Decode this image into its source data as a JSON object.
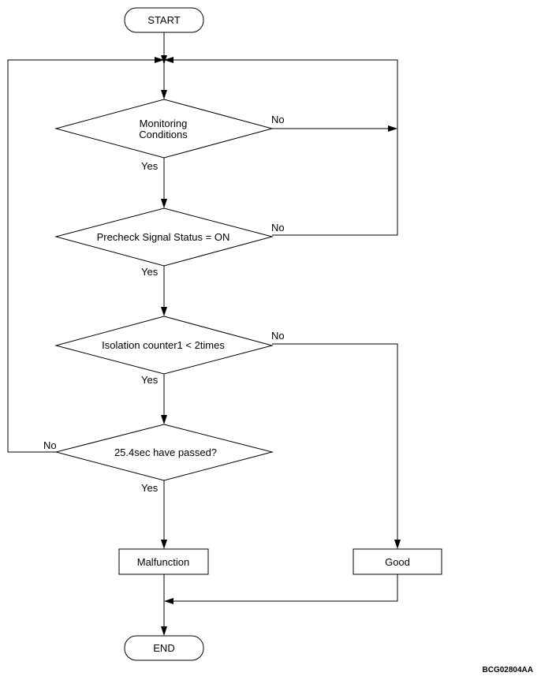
{
  "nodes": {
    "start": "START",
    "monitoring": [
      "Monitoring",
      "Conditions"
    ],
    "precheck": "Precheck Signal Status = ON",
    "isolation": "Isolation counter1 < 2times",
    "passed": "25.4sec have passed?",
    "malfunction": "Malfunction",
    "good": "Good",
    "end": "END"
  },
  "edges": {
    "monitoring_yes": "Yes",
    "monitoring_no": "No",
    "precheck_yes": "Yes",
    "precheck_no": "No",
    "isolation_yes": "Yes",
    "isolation_no": "No",
    "passed_yes": "Yes",
    "passed_no": "No"
  },
  "figure_code": "BCG02804AA"
}
